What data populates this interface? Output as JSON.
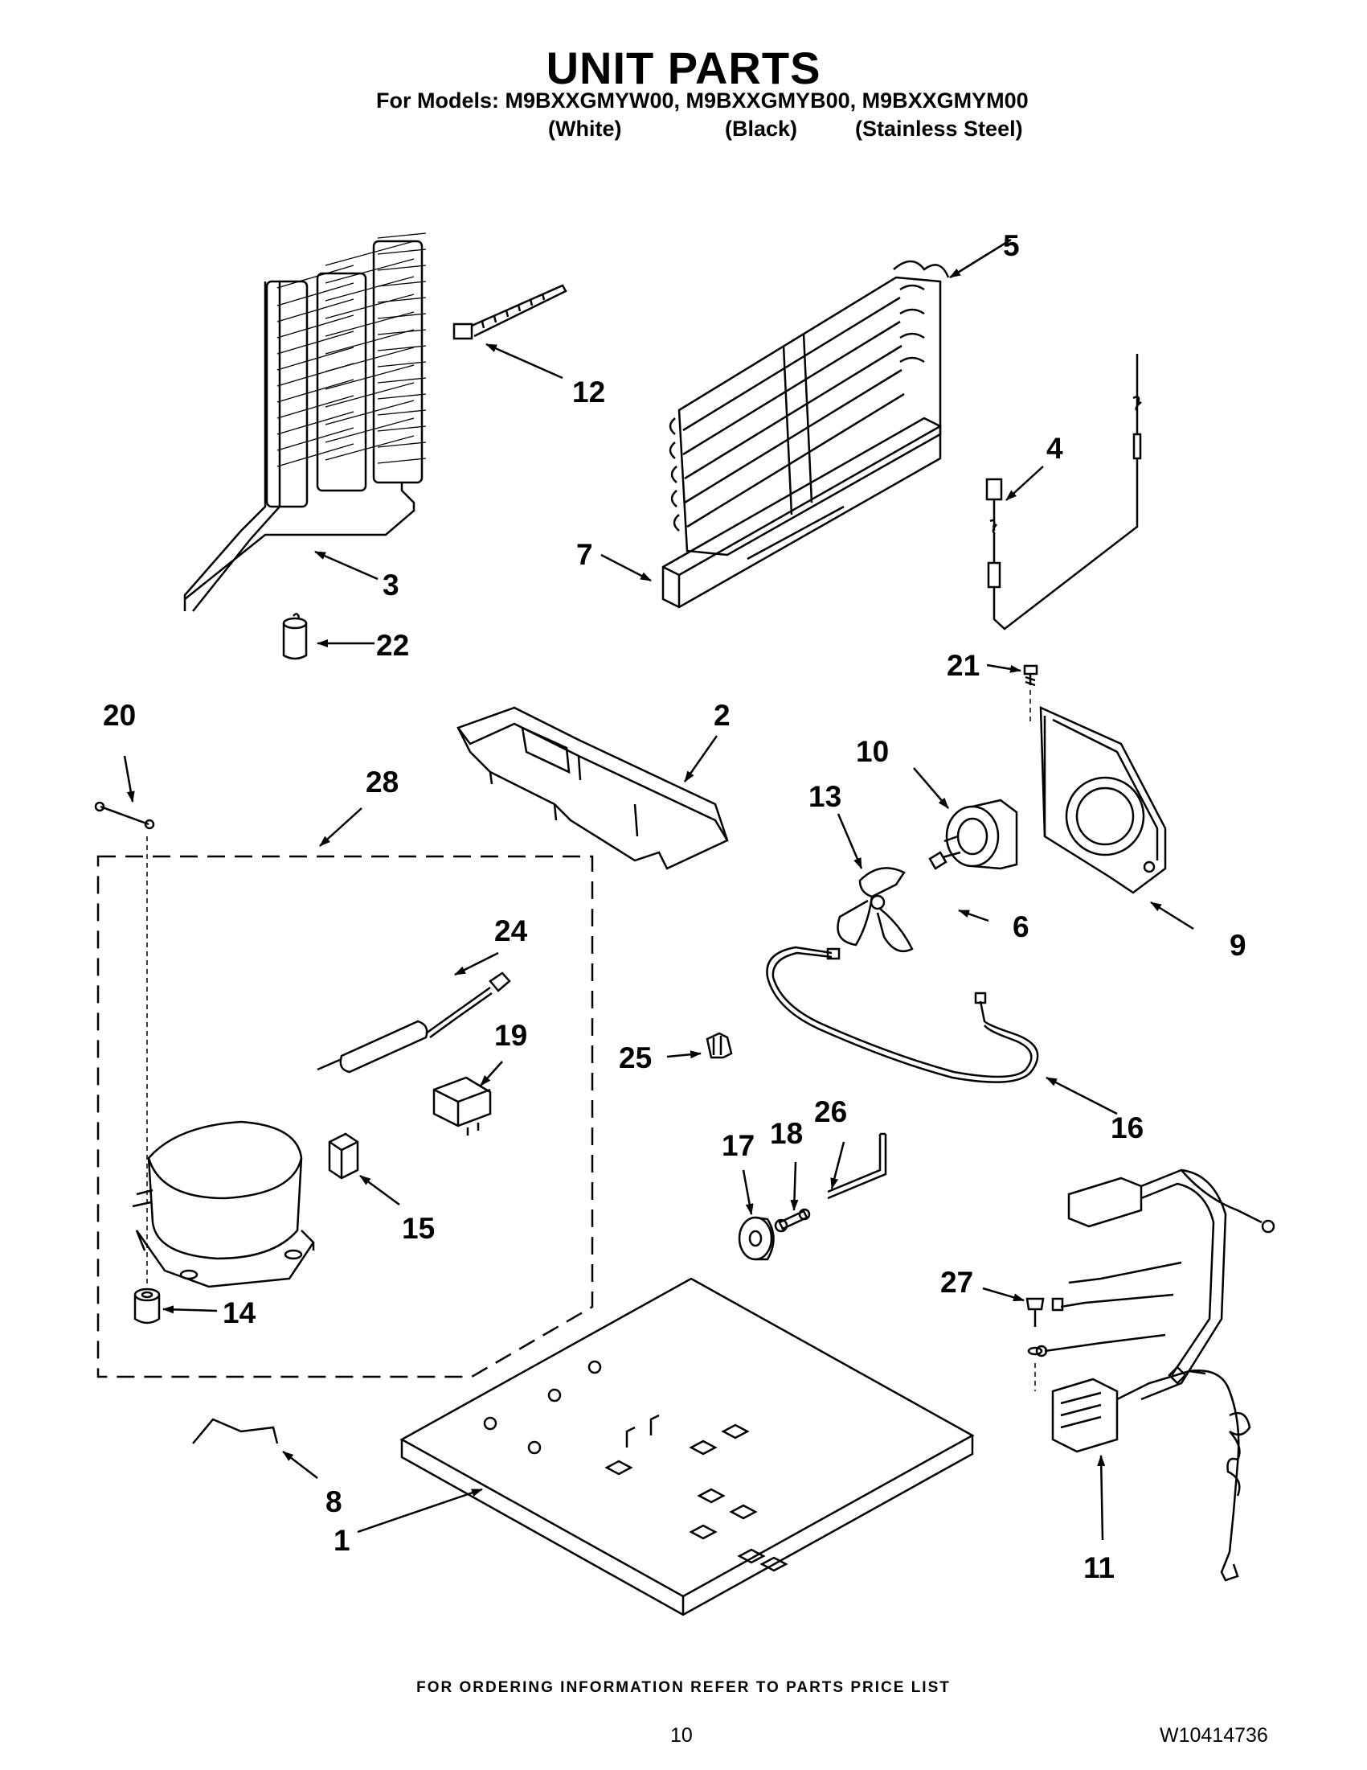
{
  "header": {
    "title": "UNIT PARTS",
    "models": "For Models: M9BXXGMYW00, M9BXXGMYB00, M9BXXGMYM00",
    "variants": [
      "(White)",
      "(Black)",
      "(Stainless Steel)"
    ]
  },
  "callouts": {
    "n1": "1",
    "n2": "2",
    "n3": "3",
    "n4": "4",
    "n5": "5",
    "n6": "6",
    "n7": "7",
    "n8": "8",
    "n9": "9",
    "n10": "10",
    "n11": "11",
    "n12": "12",
    "n13": "13",
    "n14": "14",
    "n15": "15",
    "n16": "16",
    "n17": "17",
    "n18": "18",
    "n19": "19",
    "n20": "20",
    "n21": "21",
    "n22": "22",
    "n24": "24",
    "n25": "25",
    "n26": "26",
    "n27": "27",
    "n28": "28"
  },
  "footer": {
    "ordering_note": "FOR ORDERING INFORMATION REFER TO PARTS PRICE LIST",
    "page_number": "10",
    "document_number": "W10414736"
  }
}
